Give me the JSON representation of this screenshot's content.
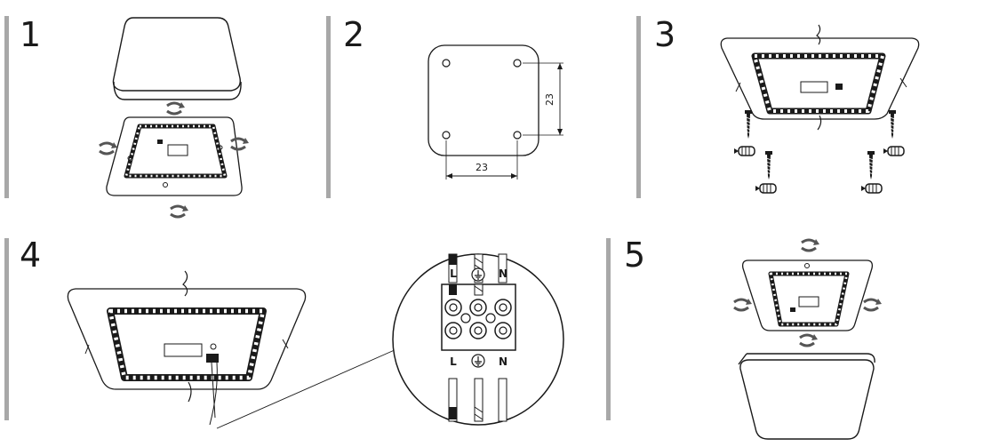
{
  "steps": [
    {
      "number": "1"
    },
    {
      "number": "2",
      "dimension_vertical": "23",
      "dimension_horizontal": "23"
    },
    {
      "number": "3"
    },
    {
      "number": "4",
      "terminal_top": {
        "live": "L",
        "neutral": "N"
      },
      "terminal_bottom": {
        "live": "L",
        "neutral": "N"
      }
    },
    {
      "number": "5"
    }
  ],
  "colors": {
    "line": "#1a1a1a",
    "separator": "#a8a8a8",
    "background": "#ffffff",
    "arrow": "#555555"
  },
  "icons": [
    "rotate-arrow-icon",
    "screw-icon",
    "wall-plug-icon",
    "ground-symbol-icon"
  ]
}
